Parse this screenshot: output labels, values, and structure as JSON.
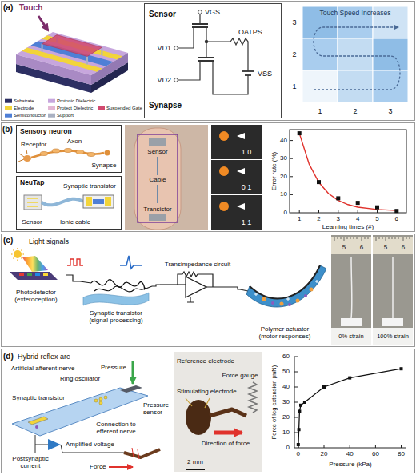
{
  "diagram": {
    "nodes": [
      {
        "text": [
          "(a)"
        ]
      },
      {
        "text": [
          "Sensor",
          "OATPS",
          "Synapse"
        ],
        "in": 0
      },
      {
        "text": [
          "Touch Speed Increases"
        ],
        "in": 0
      },
      {
        "text": [
          "(b)"
        ]
      },
      {
        "text": [
          "Sensory neuron"
        ],
        "in": 3
      },
      {
        "text": [
          "NeuTap"
        ],
        "in": 3
      },
      {
        "text": [
          "(c)"
        ]
      },
      {
        "text": [
          "Photodetector (exteroception)"
        ],
        "in": 6
      },
      {
        "text": [
          "Synaptic transistor (signal processing)"
        ],
        "in": 6
      },
      {
        "text": [
          "Transimpedance circuit"
        ],
        "in": 6
      },
      {
        "text": [
          "Polymer actuator (motor responses)"
        ],
        "in": 6
      },
      {
        "text": [
          "(d)"
        ]
      }
    ],
    "edges": [
      {
        "from": 7,
        "to": 8,
        "arrow": "none"
      },
      {
        "from": 8,
        "to": 9,
        "arrow": "none"
      },
      {
        "from": 9,
        "to": 10,
        "arrow": "none"
      }
    ],
    "labels": [
      "Touch",
      "VGS",
      "VD1",
      "VD2",
      "VSS",
      "3",
      "2",
      "1",
      "1",
      "2",
      "3",
      "Receptor",
      "Axon",
      "Synapse",
      "Sensor",
      "Ionic cable",
      "Synaptic transistor",
      "Sensor",
      "Cable",
      "Transistor",
      "1 0",
      "0 1",
      "1 1",
      "40",
      "30",
      "20",
      "10",
      "0",
      "Error rate (%)",
      "1",
      "2",
      "3",
      "4",
      "5",
      "6",
      "Learning times (#)",
      "Light signals",
      "5",
      "6",
      "5",
      "6",
      "0% strain",
      "100% strain",
      "Hybrid reflex arc",
      "Artificial afferent nerve",
      "Pressure",
      "Ring oscillator",
      "Pressure sensor",
      "Synaptic transistor",
      "Connection to efferent nerve",
      "Postsynaptic current",
      "Amplified voltage",
      "Force",
      "Reference electrode",
      "Stimulating electrode",
      "Force gauge",
      "Direction of force",
      "2 mm",
      "60",
      "50",
      "40",
      "30",
      "20",
      "10",
      "0",
      "Force of leg extension (mN)",
      "0",
      "20",
      "40",
      "60",
      "80",
      "Pressure (kPa)"
    ],
    "legend": [
      {
        "text": "Substrate",
        "color": "#2d2f63"
      },
      {
        "text": "Protonic Dielectric",
        "color": "#c7a6dd"
      },
      {
        "text": "Electrode",
        "color": "#f2d43a"
      },
      {
        "text": "Protect Dielectric",
        "color": "#e3b6d4"
      },
      {
        "text": "Suspended Gate",
        "color": "#d1496f"
      },
      {
        "text": "Semiconductor",
        "color": "#4f7fd6"
      },
      {
        "text": "Support",
        "color": "#a9b1c2"
      }
    ]
  }
}
